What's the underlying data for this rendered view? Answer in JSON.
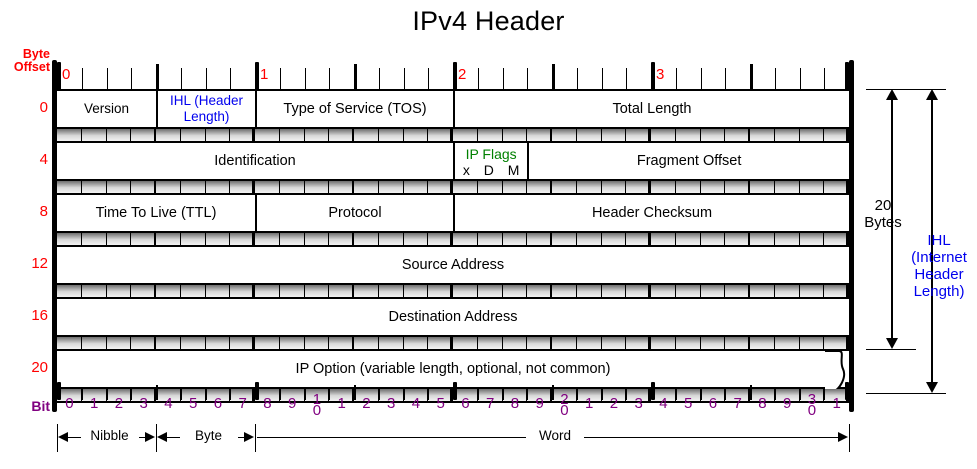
{
  "title": "IPv4 Header",
  "labels": {
    "byte_offset": "Byte\nOffset",
    "byte_offset_line1": "Byte",
    "byte_offset_line2": "Offset",
    "bit": "Bit"
  },
  "byte_offsets": [
    "0",
    "4",
    "8",
    "12",
    "16",
    "20"
  ],
  "byte_ruler": [
    "0",
    "1",
    "2",
    "3"
  ],
  "bit_ruler": [
    "0",
    "1",
    "2",
    "3",
    "4",
    "5",
    "6",
    "7",
    "8",
    "9",
    "10",
    "1",
    "2",
    "3",
    "4",
    "5",
    "6",
    "7",
    "8",
    "9",
    "20",
    "1",
    "2",
    "3",
    "4",
    "5",
    "6",
    "7",
    "8",
    "9",
    "30",
    "1"
  ],
  "scale_markers": [
    {
      "name": "nibble",
      "label": "Nibble"
    },
    {
      "name": "byte",
      "label": "Byte"
    },
    {
      "name": "word",
      "label": "Word"
    }
  ],
  "rows": [
    {
      "offset": "0",
      "fields": [
        {
          "name": "version",
          "label": "Version",
          "bits": 4,
          "color": "#000000"
        },
        {
          "name": "ihl",
          "label": "IHL (Header Length)",
          "bits": 4,
          "color": "#0000ee"
        },
        {
          "name": "tos",
          "label": "Type of Service (TOS)",
          "bits": 8,
          "color": "#000000"
        },
        {
          "name": "total-length",
          "label": "Total Length",
          "bits": 16,
          "color": "#000000"
        }
      ]
    },
    {
      "offset": "4",
      "fields": [
        {
          "name": "identification",
          "label": "Identification",
          "bits": 16,
          "color": "#000000"
        },
        {
          "name": "ip-flags",
          "label": "IP Flags",
          "sublabel": "x  D  M",
          "bits": 3,
          "color": "#008000"
        },
        {
          "name": "fragment-offset",
          "label": "Fragment Offset",
          "bits": 13,
          "color": "#000000"
        }
      ]
    },
    {
      "offset": "8",
      "fields": [
        {
          "name": "ttl",
          "label": "Time To Live (TTL)",
          "bits": 8,
          "color": "#000000"
        },
        {
          "name": "protocol",
          "label": "Protocol",
          "bits": 8,
          "color": "#000000"
        },
        {
          "name": "header-checksum",
          "label": "Header Checksum",
          "bits": 16,
          "color": "#000000"
        }
      ]
    },
    {
      "offset": "12",
      "fields": [
        {
          "name": "source-address",
          "label": "Source Address",
          "bits": 32,
          "color": "#000000"
        }
      ]
    },
    {
      "offset": "16",
      "fields": [
        {
          "name": "destination-address",
          "label": "Destination Address",
          "bits": 32,
          "color": "#000000"
        }
      ]
    },
    {
      "offset": "20",
      "torn": true,
      "fields": [
        {
          "name": "ip-option",
          "label": "IP Option (variable length, optional, not common)",
          "bits": 32,
          "color": "#000000"
        }
      ]
    }
  ],
  "annotations": [
    {
      "name": "twenty-bytes",
      "line1": "20",
      "line2": "Bytes",
      "color": "#000000"
    },
    {
      "name": "ihl-length",
      "line1": "IHL",
      "line2": "(Internet",
      "line3": "Header",
      "line4": "Length)",
      "color": "#0000ee"
    }
  ],
  "colors": {
    "byte_offset": "#ff0000",
    "bit": "#800080",
    "ihl": "#0000ee",
    "ip_flags": "#008000",
    "text": "#000000",
    "background": "#ffffff"
  }
}
